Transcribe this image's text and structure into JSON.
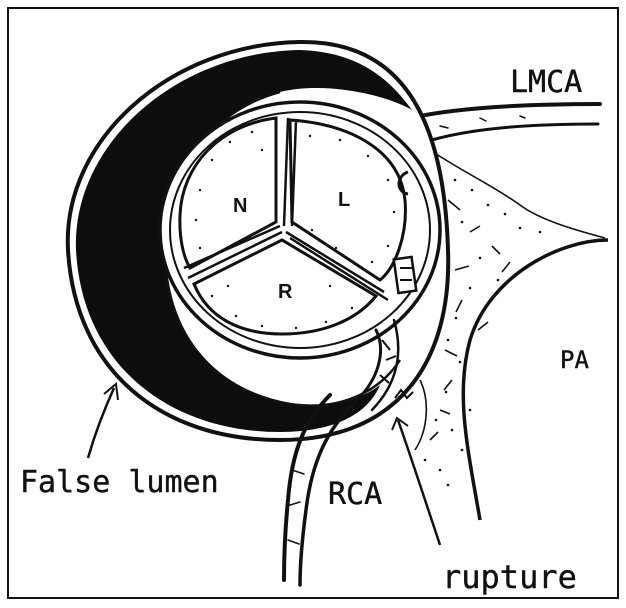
{
  "figure": {
    "labels": {
      "lmca": "LMCA",
      "pa": "PA",
      "false_lumen": "False lumen",
      "rca": "RCA",
      "rupture": "rupture"
    },
    "cusps": {
      "noncoronary": "N",
      "left": "L",
      "right": "R"
    }
  },
  "colors": {
    "ink": "#111111",
    "paper": "#ffffff",
    "false_lumen_fill": "#0d0d0d"
  }
}
